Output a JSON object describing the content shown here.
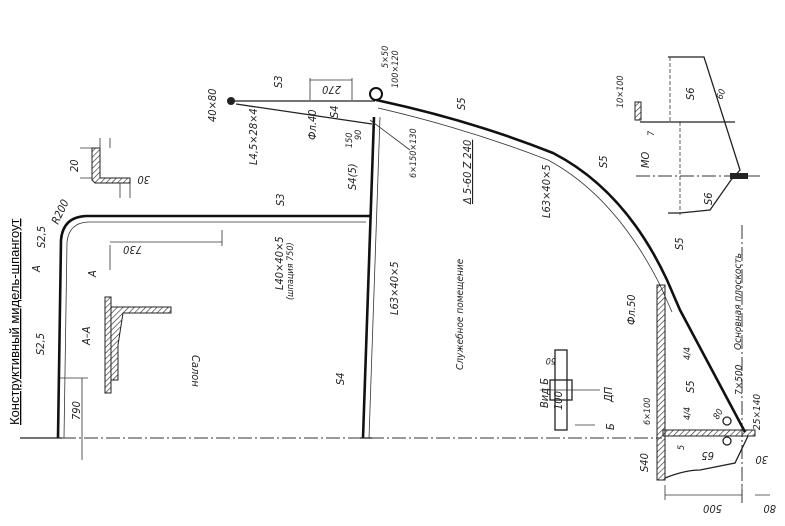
{
  "title": "Конструктивный мидель-шпангоут",
  "labels": {
    "s25_top": "S2,5",
    "r200": "R200",
    "s25_side": "S2,5",
    "a_mark_left": "A",
    "a_mark_right": "A",
    "section_aa": "A–A",
    "dim_790": "790",
    "dim_730": "730",
    "dim_20": "20",
    "dim_30_detail": "30",
    "s3_mid": "S3",
    "angle_40": "L40×40×5",
    "spacing_750": "(шпация 750)",
    "salon": "Салон",
    "s4": "S4",
    "s4_5": "S4(5)",
    "l63_post": "L63×40×5",
    "node_40x80": "40×80",
    "angle_45": "L4,5×28×4",
    "s3_top": "S3",
    "dim_270": "270",
    "fl40": "Фл.40",
    "s4_top": "S4",
    "dim_150": "150",
    "dim_90": "90",
    "plate_5x50": "5×50",
    "plate_100x120": "100×120",
    "plate_6x150": "6×150×130",
    "weld": "Δ 5-60 Z 240",
    "s5_a": "S5",
    "s5_b": "S5",
    "s5_c": "S5",
    "s5_d": "S5",
    "l63_curve": "L63×40×5",
    "service_room": "Служебное помещение",
    "view_b": "Вид Б",
    "dp": "ДП",
    "dim_50": "50",
    "dim_100": "100",
    "b_arrow": "Б",
    "fl50": "Фл.50",
    "plate_6x100": "6×100",
    "frac_4_4_a": "4/4",
    "frac_4_4_b": "4/4",
    "dim_5": "5",
    "s40": "S40",
    "dim_65": "65",
    "dim_30": "30",
    "dim_500": "500",
    "dim_80": "80",
    "r500": "7×500",
    "plate_25x140": "25×140",
    "dim_80b": "80",
    "base_plane": "Основная плоскость",
    "s6_a": "S6",
    "s6_b": "S6",
    "dim_60": "60",
    "plate_10x100": "10×100",
    "dim_7": "7",
    "mo": "МО"
  }
}
